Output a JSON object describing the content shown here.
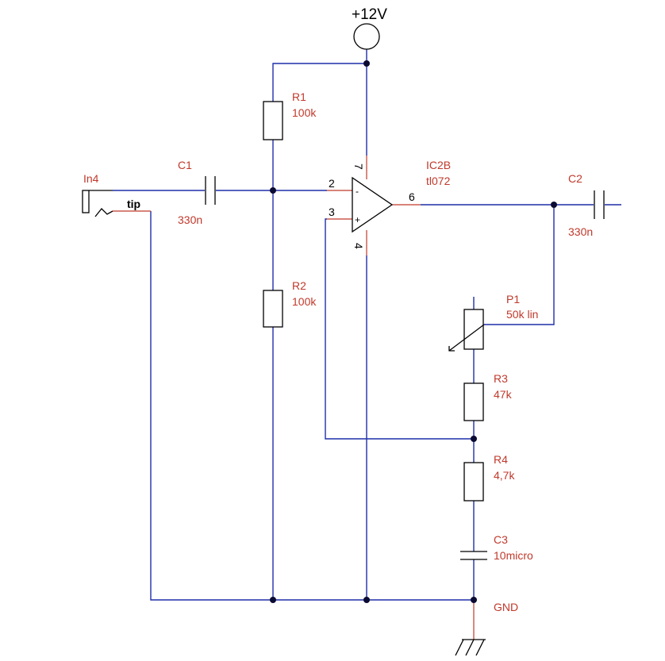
{
  "supply": {
    "label": "+12V"
  },
  "ground": {
    "label": "GND"
  },
  "input_jack": {
    "ref": "In4",
    "tip_label": "tip"
  },
  "components": {
    "r1": {
      "ref": "R1",
      "value": "100k"
    },
    "r2": {
      "ref": "R2",
      "value": "100k"
    },
    "r3": {
      "ref": "R3",
      "value": "47k"
    },
    "r4": {
      "ref": "R4",
      "value": "4,7k"
    },
    "c1": {
      "ref": "C1",
      "value": "330n"
    },
    "c2": {
      "ref": "C2",
      "value": "330n"
    },
    "c3": {
      "ref": "C3",
      "value": "10micro"
    },
    "p1": {
      "ref": "P1",
      "value": "50k lin"
    },
    "ic": {
      "ref": "IC2B",
      "value": "tl072"
    }
  },
  "opamp_pins": {
    "inv": "2",
    "noninv": "3",
    "out": "6",
    "vplus": "7",
    "vminus": "4",
    "inv_sign": "-",
    "noninv_sign": "+"
  }
}
